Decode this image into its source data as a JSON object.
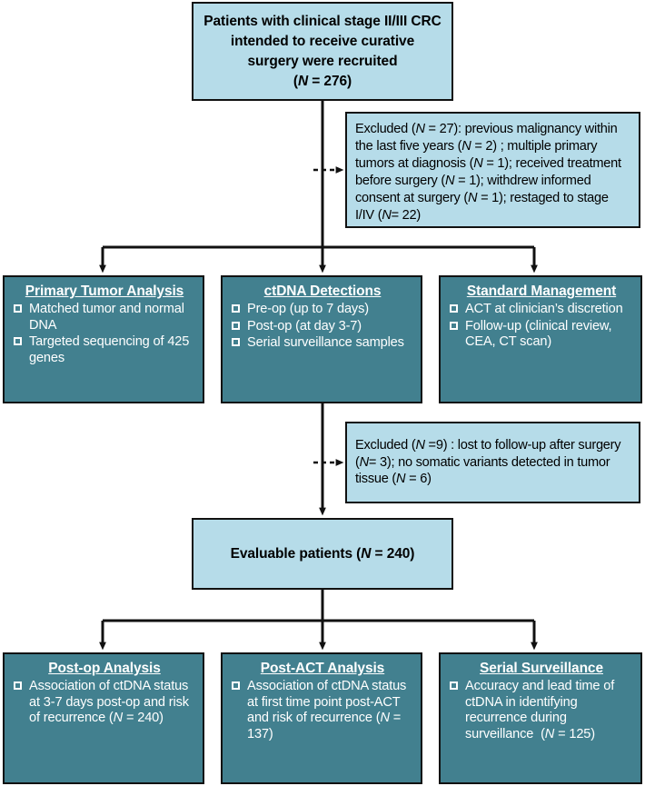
{
  "diagram": {
    "title": "CONSORT-style patient flow diagram for ctDNA study in stage II/III CRC",
    "colors": {
      "light_box_fill": "#b6dce9",
      "dark_box_fill": "#42808f",
      "border": "#111111",
      "dark_box_text": "#ffffff",
      "light_box_text": "#000000"
    },
    "boxes": {
      "top_recruitment": {
        "lines": [
          "Patients with clinical stage II/III CRC",
          "intended to receive curative",
          "surgery were recruited",
          "(N = 276)"
        ]
      },
      "excluded_1": {
        "text": "Excluded (N = 27): previous malignancy within the last five years (N = 2) ; multiple primary tumors at diagnosis (N = 1); received treatment before surgery (N = 1); withdrew informed consent at surgery (N = 1); restaged to stage I/IV (N = 22)"
      },
      "primary_tumor_analysis": {
        "title": "Primary Tumor Analysis ",
        "items": [
          "Matched tumor and normal DNA",
          "Targeted sequencing of 425 genes"
        ]
      },
      "ctdna_detections": {
        "title": "ctDNA Detections",
        "items": [
          "Pre-op (up to 7 days)",
          "Post-op (at day 3-7)",
          "Serial surveillance samples"
        ]
      },
      "standard_management": {
        "title": "Standard Management",
        "items": [
          "ACT at clinician’s discretion",
          "Follow-up (clinical review, CEA, CT scan)"
        ]
      },
      "excluded_2": {
        "text": "Excluded (N =9) : lost to follow-up after surgery (N= 3); no somatic variants detected in tumor tissue (N = 6)"
      },
      "evaluable_patients": {
        "text": "Evaluable patients (N = 240)"
      },
      "post_op_analysis": {
        "title": "Post-op Analysis",
        "items": [
          "Association of ctDNA status at 3-7 days post-op and risk of recurrence (N = 240)"
        ]
      },
      "post_act_analysis": {
        "title": "Post-ACT Analysis",
        "items": [
          "Association of ctDNA status at first time point post-ACT and risk of recurrence (N = 137)"
        ]
      },
      "serial_surveillance": {
        "title": "Serial Surveillance",
        "items": [
          "Accuracy and lead time of ctDNA in identifying recurrence during surveillance  (N = 125)"
        ]
      }
    },
    "counts": {
      "recruited": 276,
      "excluded_first": 27,
      "excluded_second": 9,
      "evaluable": 240,
      "post_op": 240,
      "post_act": 137,
      "serial": 125
    }
  }
}
